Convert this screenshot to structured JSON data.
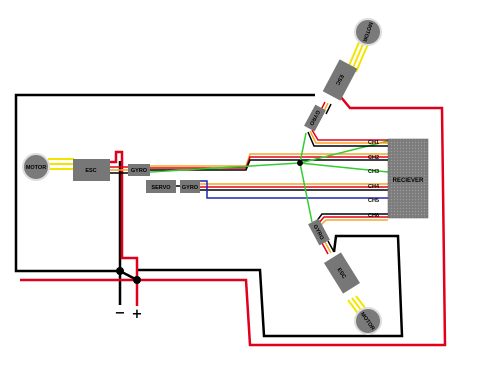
{
  "diagram": {
    "receiver": {
      "label": "RECIEVER",
      "channels": [
        "CH1",
        "CH2",
        "CH3",
        "CH4",
        "CH5",
        "CH6"
      ]
    },
    "motor_label": "MOTOR",
    "esc_label": "ESC",
    "gyro_label": "GYRO",
    "servo_label": "SERVO",
    "polarity": {
      "negative": "−",
      "positive": "+"
    },
    "colors": {
      "red": "#e0001b",
      "black": "#000000",
      "yellow": "#f2e600",
      "orange": "#f5a623",
      "green": "#33cc33",
      "blue": "#2323b4",
      "component": "#777777"
    }
  }
}
